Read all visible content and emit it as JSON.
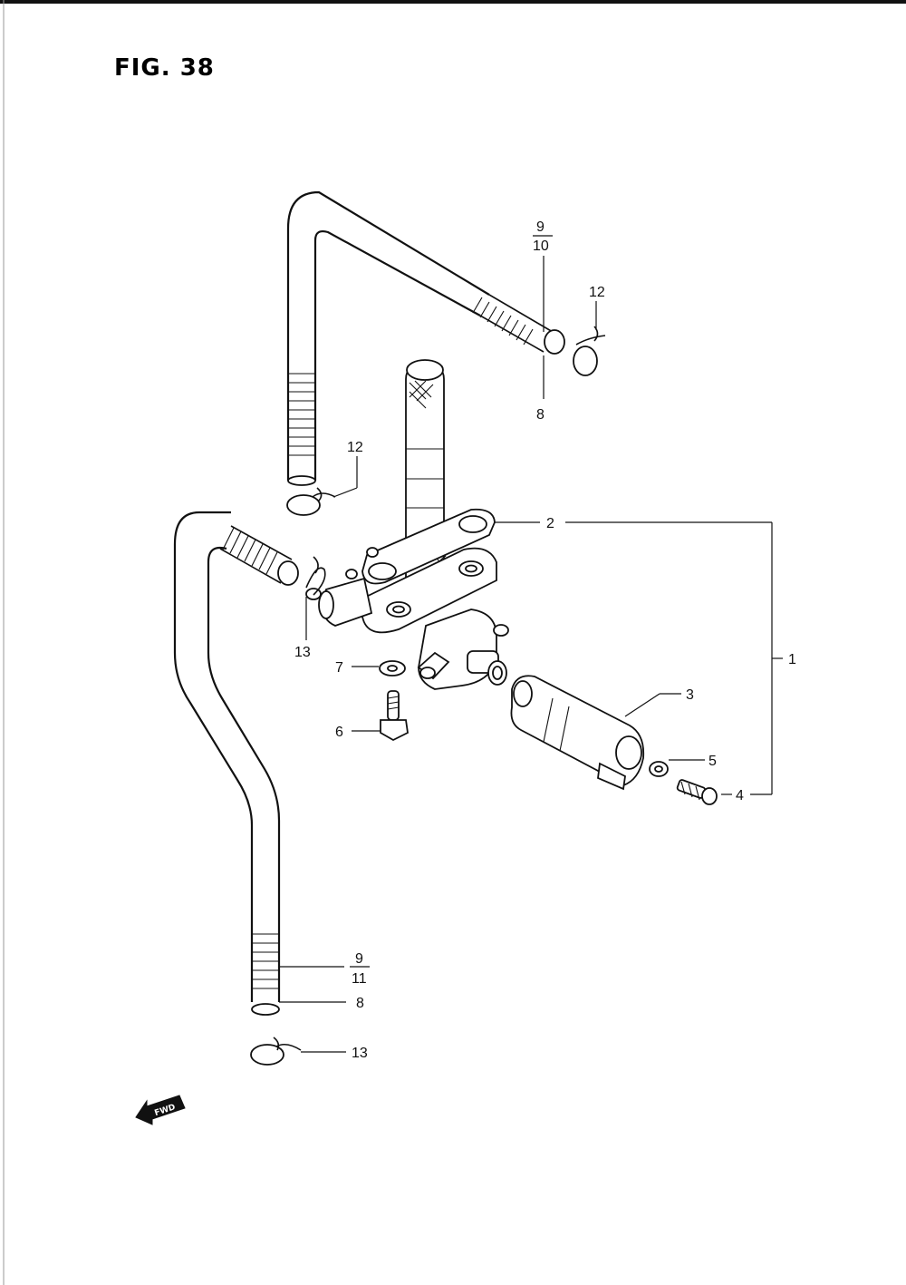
{
  "figure": {
    "title": "FIG. 38"
  },
  "fwd_label": "FWD",
  "callouts": {
    "c1": "1",
    "c2": "2",
    "c3": "3",
    "c4": "4",
    "c5": "5",
    "c6": "6",
    "c7": "7",
    "c8_top": "8",
    "c9_top": "9",
    "c10": "10",
    "c12_right": "12",
    "c12_left": "12",
    "c13_left": "13",
    "c9_bottom": "9",
    "c11": "11",
    "c8_bottom": "8",
    "c13_bottom": "13"
  }
}
